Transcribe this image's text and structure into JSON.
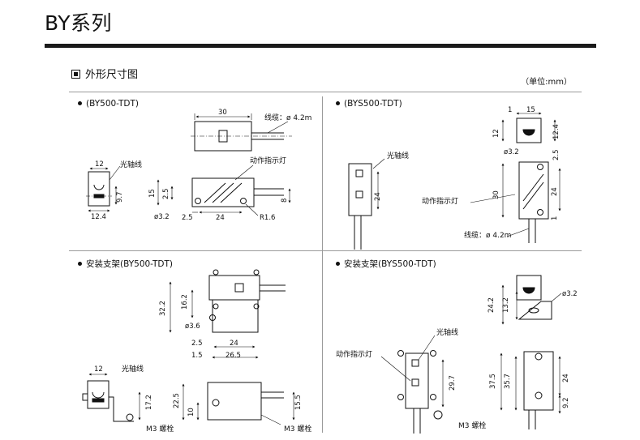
{
  "page": {
    "title": "BY系列",
    "section_title": "外形尺寸图",
    "unit": "（单位:mm）"
  },
  "panels": {
    "p1": {
      "heading": "(BY500-TDT)",
      "labels": {
        "cable": "线缆：ø 4.2m",
        "optical_axis": "光轴线",
        "indicator": "动作指示灯"
      },
      "dims": {
        "w30": "30",
        "w12": "12",
        "h9_7": "9.7",
        "w12_4": "12.4",
        "h15": "15",
        "h2_5": "2.5",
        "h8": "8",
        "hole": "ø3.2",
        "b2_5": "2.5",
        "b24": "24",
        "r": "R1.6"
      }
    },
    "p2": {
      "heading": "(BYS500-TDT)",
      "labels": {
        "optical_axis": "光轴线",
        "indicator": "动作指示灯",
        "cable": "线缆：ø 4.2m"
      },
      "dims": {
        "t1": "1",
        "t15": "15",
        "h12": "12",
        "h12_4": "12.4",
        "hole": "ø3.2",
        "h2_5": "2.5",
        "h24a": "24",
        "h30": "30",
        "h24b": "24",
        "h1": "1"
      }
    },
    "p3": {
      "heading": "安装支架(BY500-TDT)",
      "labels": {
        "optical_axis": "光轴线",
        "bolt": "M3 螺栓"
      },
      "dims": {
        "h32_2": "32.2",
        "h16_2": "16.2",
        "hole": "ø3.6",
        "w2_5": "2.5",
        "w24": "24",
        "w1_5": "1.5",
        "w26_5": "26.5",
        "w12": "12",
        "h17_2": "17.2",
        "h22_5": "22.5",
        "h10": "10",
        "h15_5": "15.5"
      }
    },
    "p4": {
      "heading": "安装支架(BYS500-TDT)",
      "labels": {
        "optical_axis": "光轴线",
        "indicator": "动作指示灯",
        "bolt": "M3 螺栓"
      },
      "dims": {
        "h24_2": "24.2",
        "h13_2": "13.2",
        "hole": "ø3.2",
        "h29_7": "29.7",
        "h37_5": "37.5",
        "h35_7": "35.7",
        "h24": "24",
        "h9_2": "9.2"
      }
    }
  }
}
